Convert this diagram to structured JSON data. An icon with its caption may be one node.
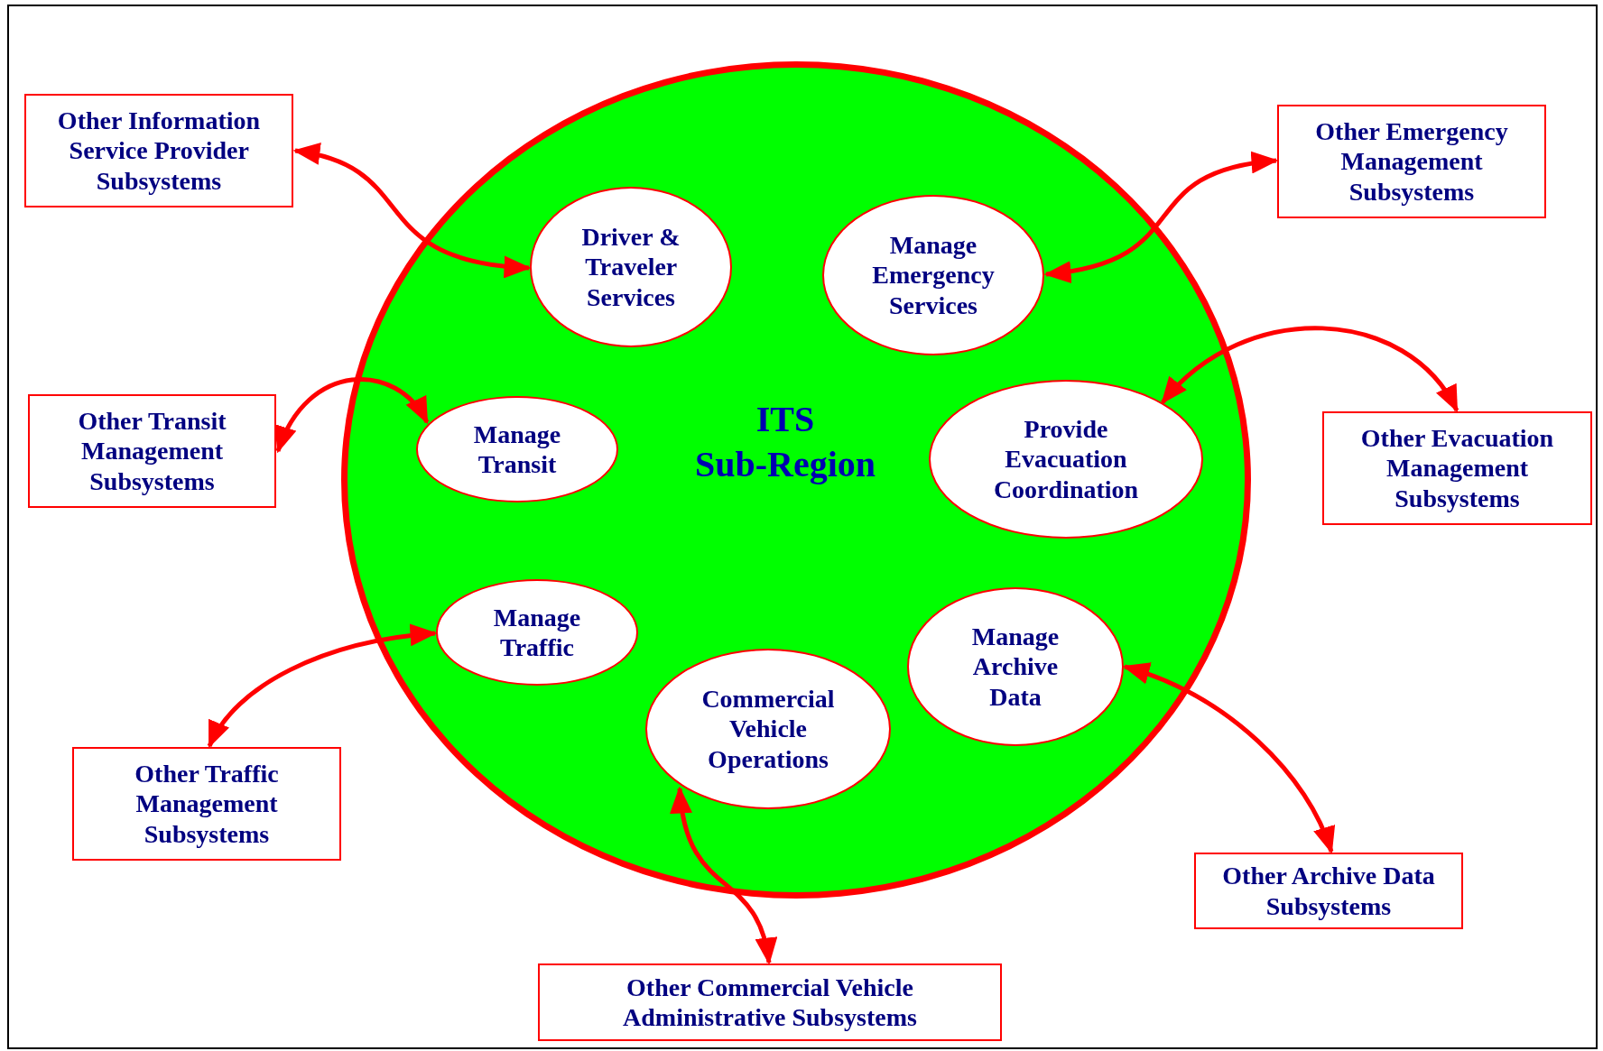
{
  "diagram": {
    "nodes": [
      {
        "text": [
          "ITS Sub-Region"
        ]
      },
      {
        "text": [
          "Other Information Service Provider Subsystems"
        ]
      },
      {
        "text": [
          "Driver & Traveler Services"
        ],
        "in": 0
      },
      {
        "text": [
          "Manage Emergency Services"
        ],
        "in": 0
      },
      {
        "text": [
          "Other Emergency Management Subsystems"
        ]
      },
      {
        "text": [
          "Other Transit Management Subsystems"
        ]
      },
      {
        "text": [
          "Manage Transit"
        ],
        "in": 0
      },
      {
        "text": [
          "Provide Evacuation Coordination"
        ],
        "in": 0
      },
      {
        "text": [
          "Other Evacuation Management Subsystems"
        ]
      },
      {
        "text": [
          "Manage Traffic"
        ],
        "in": 0
      },
      {
        "text": [
          "Manage Archive Data"
        ],
        "in": 0
      },
      {
        "text": [
          "Other Traffic Management Subsystems"
        ]
      },
      {
        "text": [
          "Commercial Vehicle Operations"
        ],
        "in": 0
      },
      {
        "text": [
          "Other Archive Data Subsystems"
        ]
      },
      {
        "text": [
          "Other Commercial Vehicle Administrative Subsystems"
        ]
      }
    ],
    "edges": [
      {
        "from": 1,
        "to": 2,
        "arrow": "both"
      },
      {
        "from": 4,
        "to": 3,
        "arrow": "both"
      },
      {
        "from": 6,
        "to": 5,
        "arrow": "both"
      },
      {
        "from": 7,
        "to": 8,
        "arrow": "both"
      },
      {
        "from": 9,
        "to": 11,
        "arrow": "both"
      },
      {
        "from": 10,
        "to": 13,
        "arrow": "both"
      },
      {
        "from": 12,
        "to": 14,
        "arrow": "both"
      }
    ]
  }
}
